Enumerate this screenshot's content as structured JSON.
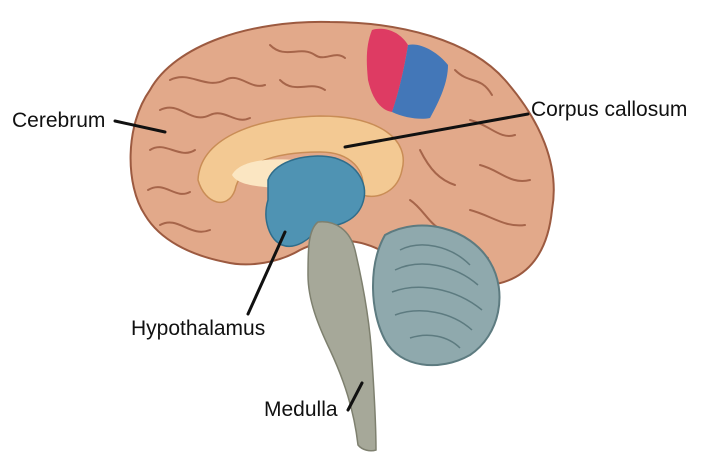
{
  "diagram": {
    "labels": {
      "cerebrum": "Cerebrum",
      "corpus_callosum": "Corpus callosum",
      "hypothalamus": "Hypothalamus",
      "medulla": "Medulla"
    },
    "colors": {
      "cortex": "#e2a98a",
      "cortex_fold": "#9c5a40",
      "corpus_callosum": "#f3c993",
      "corpus_inner": "#fbe6c2",
      "thalamus_hypothalamus": "#4f93b3",
      "motor_region": "#de3b63",
      "sensory_region": "#4377b8",
      "cerebellum": "#8fa9ad",
      "brainstem": "#a6a899",
      "leader_line": "#111111"
    }
  }
}
